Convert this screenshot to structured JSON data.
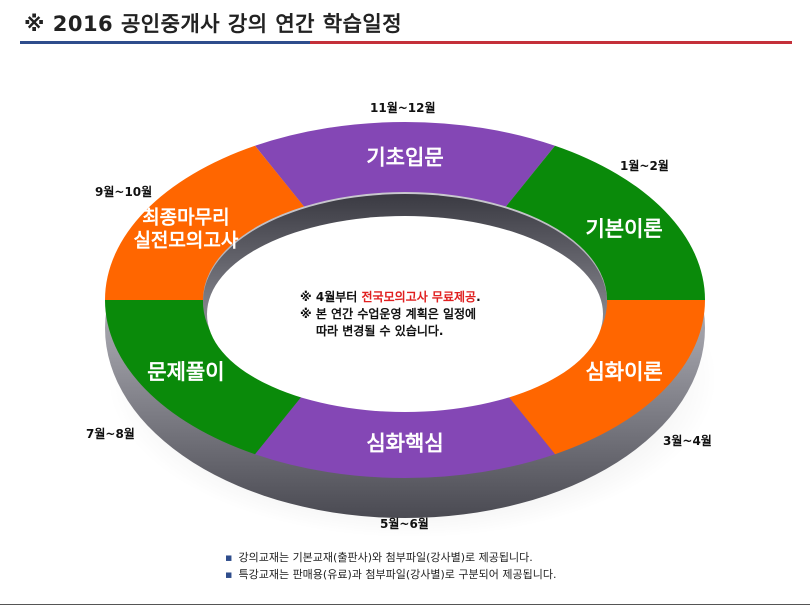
{
  "page": {
    "title": "※ 2016 공인중개사 강의 연간 학습일정"
  },
  "segments": [
    {
      "label_lines": [
        "기초입문"
      ],
      "period": "11월~12월",
      "color": "#8447b5"
    },
    {
      "label_lines": [
        "기본이론"
      ],
      "period": "1월~2월",
      "color": "#0a8a0a"
    },
    {
      "label_lines": [
        "심화이론"
      ],
      "period": "3월~4월",
      "color": "#ff6600"
    },
    {
      "label_lines": [
        "심화핵심"
      ],
      "period": "5월~6월",
      "color": "#8447b5"
    },
    {
      "label_lines": [
        "문제풀이"
      ],
      "period": "7월~8월",
      "color": "#0a8a0a"
    },
    {
      "label_lines": [
        "최종마무리",
        "실전모의고사"
      ],
      "period": "9월~10월",
      "color": "#ff6600"
    }
  ],
  "center": {
    "line1_prefix": "※ 4월부터 ",
    "line1_highlight": "전국모의고사 무료제공",
    "line1_suffix": ".",
    "line2": "※ 본 연간 수업운영 계획은 일정에",
    "line3": "따라 변경될 수 있습니다."
  },
  "footnotes": [
    "강의교재는 기본교재(출판사)와 첨부파일(강사별)로 제공됩니다.",
    "특강교재는 판매용(유료)과 첨부파일(강사별)로 구분되어 제공됩니다."
  ],
  "colors": {
    "highlight": "#e02020",
    "title_rule_left": "#2f4d8c",
    "title_rule_right": "#c4303a"
  }
}
